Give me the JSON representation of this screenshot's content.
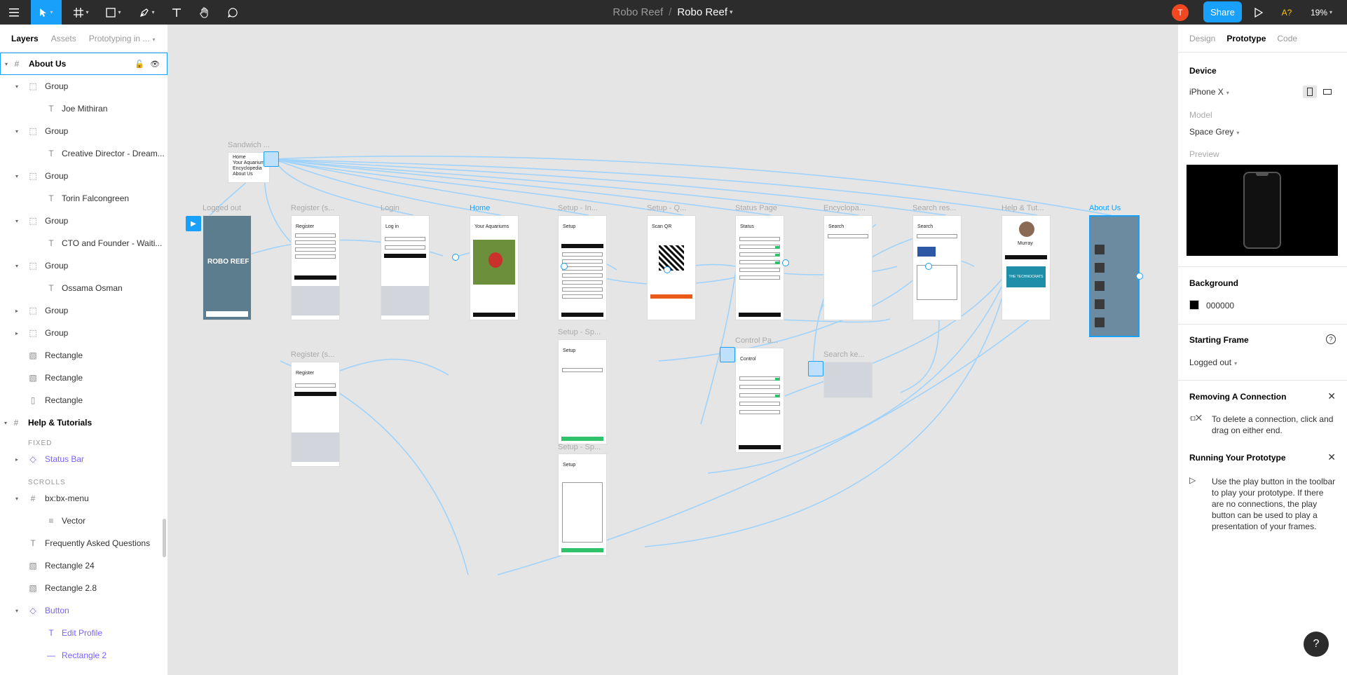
{
  "toolbar": {
    "team_name": "Robo Reef",
    "separator": "/",
    "file_name": "Robo Reef",
    "user_initial": "T",
    "share_label": "Share",
    "font_warning": "A?",
    "zoom": "19%",
    "caret": "▾"
  },
  "left_panel": {
    "tabs": [
      "Layers",
      "Assets",
      "Prototyping in ..."
    ],
    "layers": [
      {
        "name": "About Us",
        "icon": "#"
      },
      {
        "name": "Group",
        "icon": "⬚"
      },
      {
        "name": "Joe Mithiran",
        "icon": "T"
      },
      {
        "name": "Group",
        "icon": "⬚"
      },
      {
        "name": "Creative Director - Dream...",
        "icon": "T"
      },
      {
        "name": "Group",
        "icon": "⬚"
      },
      {
        "name": "Torin Falcongreen",
        "icon": "T"
      },
      {
        "name": "Group",
        "icon": "⬚"
      },
      {
        "name": "CTO and Founder - Waiti...",
        "icon": "T"
      },
      {
        "name": "Group",
        "icon": "⬚"
      },
      {
        "name": "Ossama Osman",
        "icon": "T"
      },
      {
        "name": "Group",
        "icon": "⬚"
      },
      {
        "name": "Group",
        "icon": "⬚"
      },
      {
        "name": "Rectangle",
        "icon": "▧"
      },
      {
        "name": "Rectangle",
        "icon": "▧"
      },
      {
        "name": "Rectangle",
        "icon": "▯"
      },
      {
        "name": "Help & Tutorials",
        "icon": "#"
      },
      {
        "name": "Status Bar",
        "icon": "◇"
      },
      {
        "name": "bx:bx-menu",
        "icon": "#"
      },
      {
        "name": "Vector",
        "icon": "≡"
      },
      {
        "name": "Frequently Asked Questions",
        "icon": "T"
      },
      {
        "name": "Rectangle 24",
        "icon": "▧"
      },
      {
        "name": "Rectangle 2.8",
        "icon": "▧"
      },
      {
        "name": "Button",
        "icon": "◇"
      },
      {
        "name": "Edit Profile",
        "icon": "T"
      },
      {
        "name": "Rectangle 2",
        "icon": "—"
      }
    ],
    "section_fixed": "FIXED",
    "section_scrolls": "SCROLLS"
  },
  "canvas": {
    "frames": {
      "logged_out": {
        "label": "Logged out",
        "brand": "ROBO REEF"
      },
      "register_1": {
        "label": "Register (s...",
        "title": "Register"
      },
      "login": {
        "label": "Login",
        "title": "Log in"
      },
      "home": {
        "label": "Home",
        "title": "Your Aquariums"
      },
      "setup_1": {
        "label": "Setup - In...",
        "title": "Setup"
      },
      "setup_qr": {
        "label": "Setup - Q...",
        "title": "Scan QR"
      },
      "status": {
        "label": "Status Page",
        "title": "Status"
      },
      "encyclopedia": {
        "label": "Encyclopa...",
        "title": "Search"
      },
      "search_results": {
        "label": "Search res...",
        "title": "Search"
      },
      "help": {
        "label": "Help & Tut...",
        "name": "Murray",
        "banner": "THE TECHNOCRATS"
      },
      "about": {
        "label": "About Us"
      },
      "register_2": {
        "label": "Register (s...",
        "title": "Register"
      },
      "setup_2": {
        "label": "Setup - Sp...",
        "title": "Setup"
      },
      "setup_3": {
        "label": "Setup - Sp...",
        "title": "Setup"
      },
      "control": {
        "label": "Control Pa...",
        "title": "Control"
      },
      "search_kb": {
        "label": "Search ke..."
      },
      "sandwich": {
        "label": "Sandwich ...",
        "items": [
          "Home",
          "Your Aquariums",
          "Encyclopedia",
          "About Us"
        ]
      }
    }
  },
  "right_panel": {
    "tabs": [
      "Design",
      "Prototype",
      "Code"
    ],
    "device_label": "Device",
    "device_value": "iPhone X",
    "model_label": "Model",
    "model_value": "Space Grey",
    "preview_label": "Preview",
    "background_label": "Background",
    "background_value": "000000",
    "starting_frame_label": "Starting Frame",
    "starting_frame_value": "Logged out",
    "removing_title": "Removing A Connection",
    "removing_text": "To delete a connection, click and drag on either end.",
    "running_title": "Running Your Prototype",
    "running_text": "Use the play button in the toolbar to play your prototype. If there are no connections, the play button can be used to play a presentation of your frames.",
    "help_label": "?"
  },
  "colors": {
    "toolbar_bg": "#2c2c2c",
    "accent": "#18a0fb",
    "canvas_bg": "#e5e5e5",
    "purple": "#7b61ff"
  }
}
